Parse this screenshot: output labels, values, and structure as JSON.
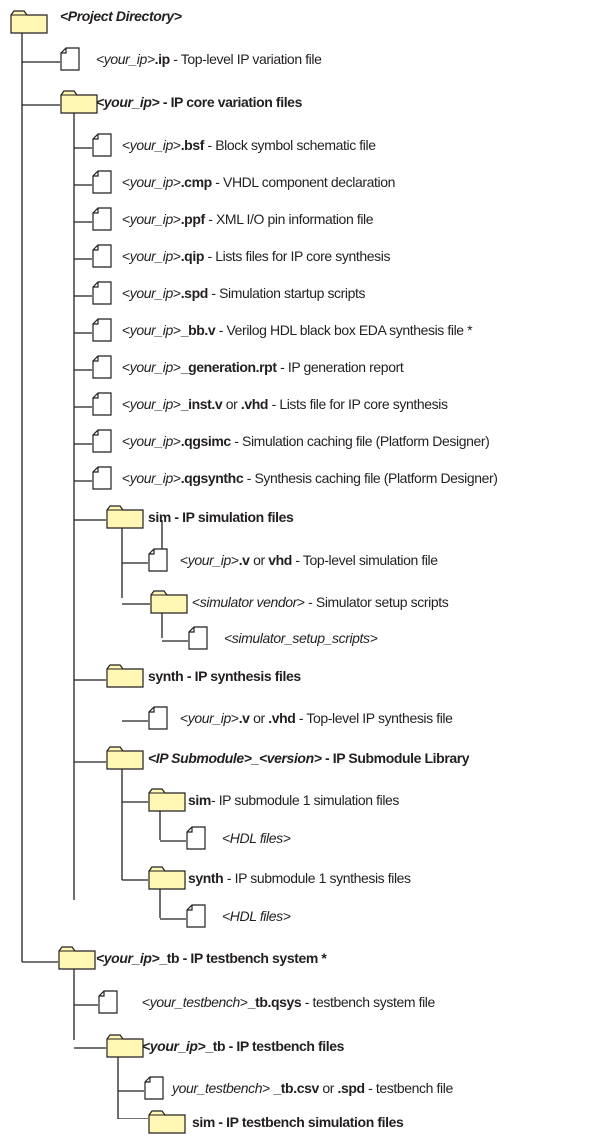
{
  "colors": {
    "folder_fill": "#fff7b3",
    "folder_stroke": "#231f20",
    "line": "#231f20",
    "text": "#231f20"
  },
  "tree": {
    "root": {
      "label": "<Project Directory>"
    },
    "items": [
      {
        "kind": "file",
        "parts": [
          [
            "it",
            "<your_ip>"
          ],
          [
            "b",
            ".ip"
          ],
          [
            "n",
            "  - Top-level IP variation file"
          ]
        ]
      },
      {
        "kind": "folder",
        "parts": [
          [
            "bi",
            "<your_ip>"
          ],
          [
            "b",
            " - IP core variation files"
          ]
        ]
      },
      {
        "kind": "file",
        "parts": [
          [
            "n",
            "<"
          ],
          [
            "it",
            "your_ip"
          ],
          [
            "n",
            ">"
          ],
          [
            "b",
            ".bsf"
          ],
          [
            "n",
            " - Block symbol schematic file"
          ]
        ]
      },
      {
        "kind": "file",
        "parts": [
          [
            "n",
            "<"
          ],
          [
            "it",
            "your_ip"
          ],
          [
            "n",
            ">"
          ],
          [
            "b",
            ".cmp"
          ],
          [
            "n",
            " - VHDL component declaration"
          ]
        ]
      },
      {
        "kind": "file",
        "parts": [
          [
            "n",
            "<"
          ],
          [
            "it",
            "your_ip"
          ],
          [
            "n",
            ">"
          ],
          [
            "b",
            ".ppf"
          ],
          [
            "n",
            " - XML I/O pin information file"
          ]
        ]
      },
      {
        "kind": "file",
        "parts": [
          [
            "n",
            "<"
          ],
          [
            "it",
            "your_ip"
          ],
          [
            "n",
            ">"
          ],
          [
            "b",
            ".qip"
          ],
          [
            "n",
            "  - Lists files for IP core synthesis"
          ]
        ]
      },
      {
        "kind": "file",
        "parts": [
          [
            "n",
            "<"
          ],
          [
            "it",
            "your_ip"
          ],
          [
            "n",
            ">"
          ],
          [
            "b",
            ".spd"
          ],
          [
            "n",
            " - Simulation startup scripts"
          ]
        ]
      },
      {
        "kind": "file",
        "parts": [
          [
            "n",
            "<"
          ],
          [
            "it",
            "your_ip"
          ],
          [
            "n",
            ">"
          ],
          [
            "b",
            "_bb.v"
          ],
          [
            "n",
            " - Verilog HDL black box EDA synthesis file *"
          ]
        ]
      },
      {
        "kind": "file",
        "parts": [
          [
            "n",
            "<"
          ],
          [
            "it",
            "your_ip"
          ],
          [
            "n",
            ">"
          ],
          [
            "b",
            "_generation.rpt"
          ],
          [
            "n",
            " - IP generation report"
          ]
        ]
      },
      {
        "kind": "file",
        "parts": [
          [
            "n",
            "<"
          ],
          [
            "it",
            "your_ip"
          ],
          [
            "n",
            ">"
          ],
          [
            "b",
            "_inst.v"
          ],
          [
            "n",
            " or "
          ],
          [
            "b",
            ".vhd"
          ],
          [
            "n",
            " - Lists file for IP core synthesis"
          ]
        ]
      },
      {
        "kind": "file",
        "parts": [
          [
            "n",
            "<"
          ],
          [
            "it",
            "your_ip"
          ],
          [
            "n",
            ">"
          ],
          [
            "b",
            ".qgsimc"
          ],
          [
            "n",
            " - Simulation caching file (Platform Designer)"
          ]
        ]
      },
      {
        "kind": "file",
        "parts": [
          [
            "n",
            "<"
          ],
          [
            "it",
            "your_ip"
          ],
          [
            "n",
            ">"
          ],
          [
            "b",
            ".qgsynthc"
          ],
          [
            "n",
            " - Synthesis caching file (Platform Designer)"
          ]
        ]
      },
      {
        "kind": "folder",
        "parts": [
          [
            "b",
            "sim - IP simulation files"
          ]
        ]
      },
      {
        "kind": "file",
        "parts": [
          [
            "n",
            "<"
          ],
          [
            "it",
            "your_ip"
          ],
          [
            "n",
            ">"
          ],
          [
            "b",
            ".v"
          ],
          [
            "n",
            " or "
          ],
          [
            "b",
            "vhd"
          ],
          [
            "n",
            " - Top-level simulation file"
          ]
        ]
      },
      {
        "kind": "folder",
        "parts": [
          [
            "n",
            "<"
          ],
          [
            "it",
            "simulator vendor"
          ],
          [
            "n",
            "> - Simulator setup scripts"
          ]
        ]
      },
      {
        "kind": "file",
        "parts": [
          [
            "it",
            "<simulator_setup_scripts>"
          ]
        ]
      },
      {
        "kind": "folder",
        "parts": [
          [
            "b",
            "synth - IP synthesis files"
          ]
        ]
      },
      {
        "kind": "file",
        "parts": [
          [
            "n",
            "<"
          ],
          [
            "it",
            "your_ip"
          ],
          [
            "n",
            ">"
          ],
          [
            "b",
            ".v"
          ],
          [
            "n",
            " or "
          ],
          [
            "b",
            ".vhd"
          ],
          [
            "n",
            " - Top-level IP synthesis file"
          ]
        ]
      },
      {
        "kind": "folder",
        "parts": [
          [
            "bi",
            "<IP Submodule>_<version>"
          ],
          [
            "b",
            " - IP Submodule Library"
          ]
        ]
      },
      {
        "kind": "folder",
        "parts": [
          [
            "b",
            "sim"
          ],
          [
            "n",
            "- IP submodule 1 simulation files"
          ]
        ]
      },
      {
        "kind": "file",
        "parts": [
          [
            "it",
            "<HDL files>"
          ]
        ]
      },
      {
        "kind": "folder",
        "parts": [
          [
            "b",
            "synth"
          ],
          [
            "n",
            " - IP submodule 1 synthesis files"
          ]
        ]
      },
      {
        "kind": "file",
        "parts": [
          [
            "it",
            "<HDL files>"
          ]
        ]
      },
      {
        "kind": "folder",
        "parts": [
          [
            "bi",
            "<your_ip>"
          ],
          [
            "b",
            "_tb - IP testbench system *"
          ]
        ]
      },
      {
        "kind": "file",
        "parts": [
          [
            "n",
            "<"
          ],
          [
            "it",
            "your_testbench"
          ],
          [
            "n",
            ">"
          ],
          [
            "b",
            "_tb.qsys"
          ],
          [
            "n",
            " - testbench system file"
          ]
        ]
      },
      {
        "kind": "folder",
        "parts": [
          [
            "bi",
            "<your_ip>"
          ],
          [
            "b",
            "_tb - IP testbench files"
          ]
        ]
      },
      {
        "kind": "file",
        "parts": [
          [
            "it",
            "your_testbench"
          ],
          [
            "n",
            ">   "
          ],
          [
            "b",
            "_tb.csv"
          ],
          [
            "n",
            " or "
          ],
          [
            "b",
            ".spd"
          ],
          [
            "n",
            " - testbench file"
          ]
        ]
      },
      {
        "kind": "folder",
        "parts": [
          [
            "b",
            "sim - IP testbench simulation files"
          ]
        ]
      }
    ]
  }
}
